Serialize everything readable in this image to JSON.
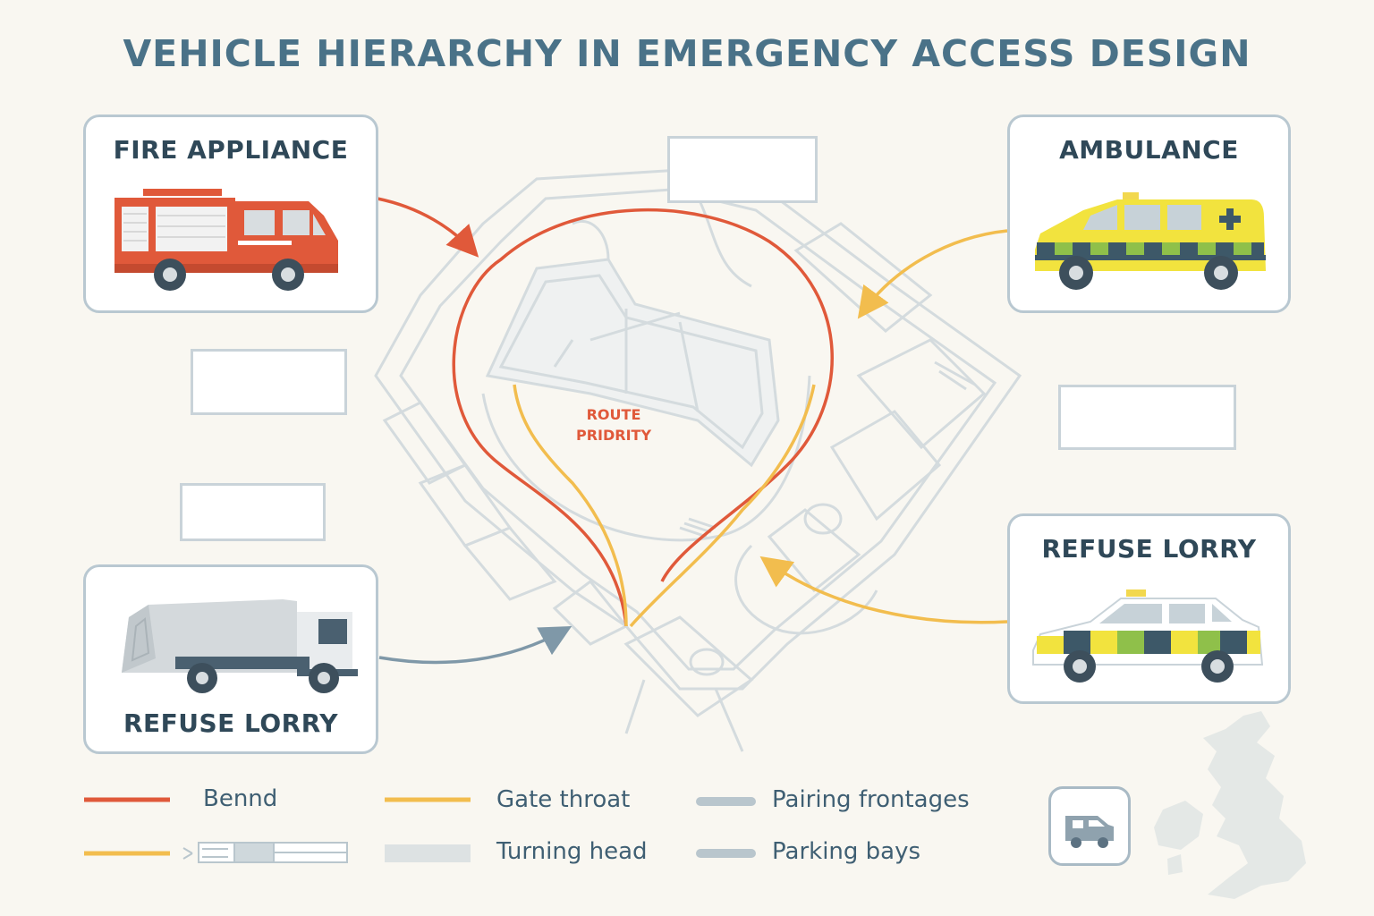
{
  "title": "VEHICLE HIERARCHY IN EMERGENCY ACCESS DESIGN",
  "cards": {
    "fire": "FIRE APPLIANCE",
    "ambulance": "AMBULANCE",
    "refuse_left": "REFUSE LORRY",
    "refuse_right": "REFUSE LORRY"
  },
  "route_label": [
    "ROUTE",
    "PRIDRITY"
  ],
  "legend": {
    "bend": "Bennd",
    "gate_throat": "Gate throat",
    "pairing_frontages": "Pairing frontages",
    "turning_head": "Turning head",
    "parking_bays": "Parking bays"
  },
  "colors": {
    "fire_route": "#e0593a",
    "gate_route": "#f2bd4e",
    "refuse_route": "#7f98a8",
    "map_lines": "#c9d3d6"
  },
  "icons": [
    "fire-engine-icon",
    "ambulance-icon",
    "refuse-lorry-icon",
    "police-car-icon",
    "van-icon",
    "uk-map-icon"
  ]
}
